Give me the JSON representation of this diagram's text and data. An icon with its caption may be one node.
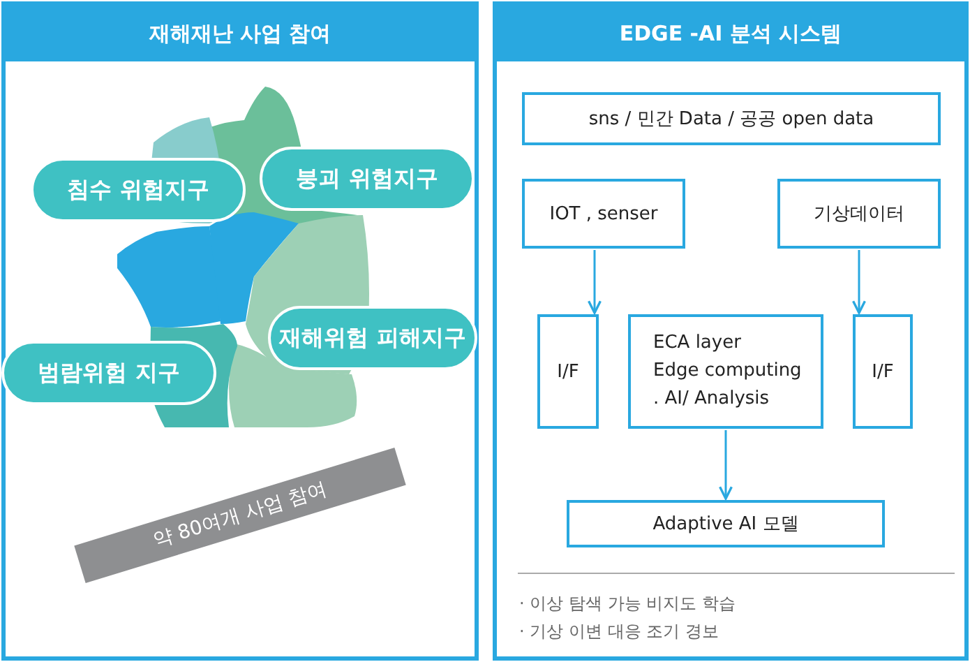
{
  "diagram": {
    "nodes": [
      {
        "text": [
          "재해재난 사업 참여"
        ]
      },
      {
        "text": [
          "침수 위험지구"
        ],
        "in": 0
      },
      {
        "text": [
          "붕괴 위험지구"
        ],
        "in": 0
      },
      {
        "text": [
          "재해위험 피해지구"
        ],
        "in": 0
      },
      {
        "text": [
          "범람위험 지구"
        ],
        "in": 0
      },
      {
        "text": [
          "약 80여개 사업 참여"
        ],
        "in": 0
      },
      {
        "text": [
          "EDGE -AI 분석 시스템"
        ]
      },
      {
        "text": [
          "sns / 민간 Data / 공공 open data"
        ],
        "in": 6
      },
      {
        "text": [
          "IOT , senser"
        ],
        "in": 6
      },
      {
        "text": [
          "기상데이터"
        ],
        "in": 6
      },
      {
        "text": [
          "I/F"
        ],
        "in": 6
      },
      {
        "text": [
          "ECA layer",
          "Edge computing",
          ". AI/ Analysis"
        ],
        "in": 6
      },
      {
        "text": [
          "I/F"
        ],
        "in": 6
      },
      {
        "text": [
          "Adaptive AI 모델"
        ],
        "in": 6
      }
    ],
    "edges": [
      {
        "from": 8,
        "to": 10,
        "arrow": "to"
      },
      {
        "from": 9,
        "to": 12,
        "arrow": "to"
      },
      {
        "from": 11,
        "to": 13,
        "arrow": "to"
      }
    ],
    "labels": [
      "· 이상 탐색 가능 비지도 학습",
      "· 기상 이변 대응 조기 경보"
    ]
  }
}
